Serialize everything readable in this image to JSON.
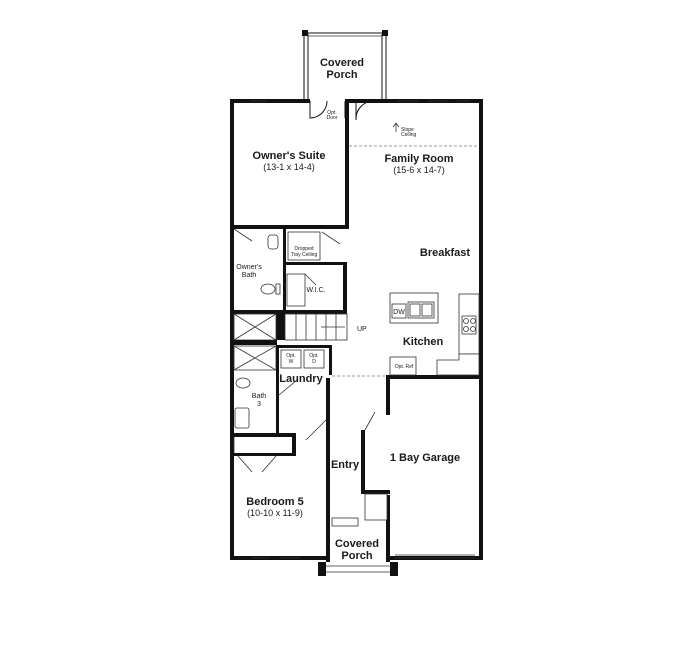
{
  "rooms": {
    "covered_porch_top": {
      "line1": "Covered",
      "line2": "Porch"
    },
    "opt_door": {
      "line1": "Opt.",
      "line2": "Door"
    },
    "owners_suite": {
      "name": "Owner's Suite",
      "dims": "(13-1 x 14-4)"
    },
    "family_room": {
      "name": "Family Room",
      "dims": "(15-6 x 14-7)"
    },
    "slope_ceiling": {
      "line1": "Slope",
      "line2": "Ceiling"
    },
    "breakfast": {
      "name": "Breakfast"
    },
    "dropped_tray": {
      "line1": "Dropped",
      "line2": "Tray Ceiling"
    },
    "owners_bath": {
      "line1": "Owner's",
      "line2": "Bath"
    },
    "wic": {
      "name": "W.I.C."
    },
    "dw": {
      "name": "DW"
    },
    "up": {
      "name": "UP"
    },
    "kitchen": {
      "name": "Kitchen"
    },
    "opt_ref": {
      "name": "Opt. Ref"
    },
    "opt_w": {
      "line1": "Opt.",
      "line2": "W"
    },
    "opt_d": {
      "line1": "Opt.",
      "line2": "D"
    },
    "laundry": {
      "name": "Laundry"
    },
    "bath3": {
      "line1": "Bath",
      "line2": "3"
    },
    "entry": {
      "name": "Entry"
    },
    "garage": {
      "name": "1 Bay Garage"
    },
    "bedroom5": {
      "name": "Bedroom 5",
      "dims": "(10-10 x 11-9)"
    },
    "covered_porch_bottom": {
      "line1": "Covered",
      "line2": "Porch"
    }
  }
}
